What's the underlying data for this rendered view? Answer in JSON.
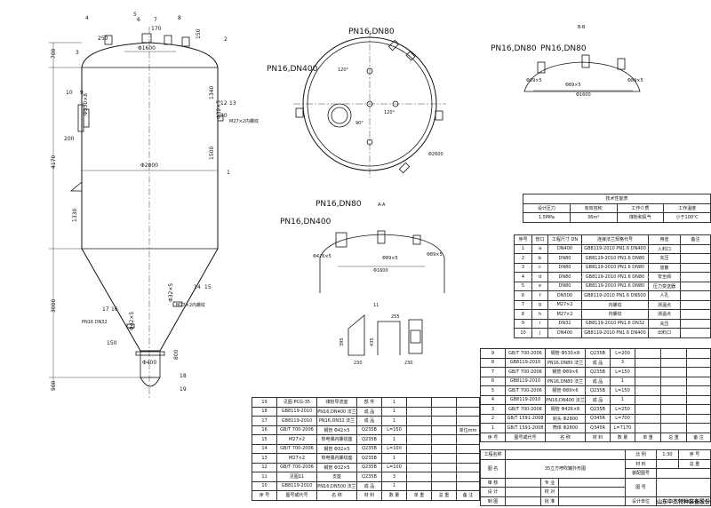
{
  "drawing": {
    "labels": {
      "pn_dn80": "PN16,DN80",
      "pn_dn400": "PN16,DN400",
      "pn_dn32": "PN16 DN32",
      "section_aa": "A-A",
      "section_bb": "B-B",
      "d1600": "Φ1600",
      "d2800": "Φ2800",
      "d530": "Φ530×8",
      "d32": "Φ32×5",
      "d42": "Φ42×5",
      "d89": "Φ89×5",
      "d426": "Φ426×5",
      "d400": "Φ400",
      "d2600": "Φ2600",
      "m27": "M27×2内螺纹",
      "h700": "700",
      "h4170": "4170",
      "h3000": "3000",
      "h500": "500",
      "h1340": "1340",
      "h1500": "1500",
      "h1330": "1330",
      "h250": "250",
      "h170": "170",
      "h150": "150",
      "h200": "200",
      "h100": "100",
      "h800": "800",
      "h30": "30",
      "h395": "395",
      "h435": "435",
      "h230": "230",
      "h255": "255",
      "h11": "11",
      "a120": "120°",
      "a90": "90°"
    },
    "callouts": [
      "1",
      "2",
      "3",
      "4",
      "5",
      "6",
      "7",
      "8",
      "9",
      "10",
      "12",
      "13",
      "14",
      "15",
      "16",
      "17",
      "18",
      "19"
    ]
  },
  "tech_table": {
    "title": "技术性能表",
    "headers": [
      "设计压力",
      "有效容积",
      "工作介质",
      "工作温度"
    ],
    "values": [
      "1.5MPa",
      "36m³",
      "煤粉和氮气",
      "小于100℃"
    ]
  },
  "nozzle_table": {
    "headers": [
      "序号",
      "管口",
      "工程尺寸 DN",
      "连接法兰规格代号",
      "用途",
      "备注"
    ],
    "rows": [
      [
        "1",
        "a",
        "DN400",
        "GB8119-2010 PN1.6 DN400",
        "入料口",
        ""
      ],
      [
        "2",
        "b",
        "DN80",
        "GB8119-2010 PN1.6 DN80",
        "充压",
        ""
      ],
      [
        "3",
        "c",
        "DN80",
        "GB8119-2010 PN1.6 DN80",
        "放散",
        ""
      ],
      [
        "4",
        "d",
        "DN80",
        "GB8119-2010 PN1.6 DN80",
        "安全阀",
        ""
      ],
      [
        "5",
        "e",
        "DN80",
        "GB8119-2010 PN1.6 DN80",
        "压力变送器",
        ""
      ],
      [
        "6",
        "f",
        "DN500",
        "GB8119-2010 PN1.6 DN500",
        "人孔",
        ""
      ],
      [
        "7",
        "g",
        "M27×2",
        "内螺纹",
        "测温点",
        ""
      ],
      [
        "8",
        "h",
        "M27×2",
        "内螺纹",
        "测温点",
        ""
      ],
      [
        "9",
        "i",
        "DN32",
        "GB8119-2010 PN1.6 DN32",
        "充压",
        ""
      ],
      [
        "10",
        "j",
        "DN400",
        "GB8119-2010 PN1.6 DN400",
        "出料口",
        ""
      ]
    ]
  },
  "parts_right": {
    "rows": [
      [
        "9",
        "GB/T 700-2006",
        "钢管 Φ530×8",
        "Q235B",
        "L=200",
        "",
        "",
        ""
      ],
      [
        "8",
        "GB8119-2010",
        "PN16,DN80 法兰",
        "成 品",
        "3",
        "",
        "",
        ""
      ],
      [
        "7",
        "GB/T 700-2006",
        "钢管 Φ89×6",
        "Q235B",
        "L=150",
        "",
        "",
        ""
      ],
      [
        "6",
        "GB8119-2010",
        "PN16,DN80 法兰",
        "成 品",
        "1",
        "",
        "",
        ""
      ],
      [
        "5",
        "GB/T 700-2006",
        "钢管 Φ89×6",
        "Q235B",
        "L=150",
        "",
        "",
        ""
      ],
      [
        "4",
        "GB8119-2010",
        "PN16,DN400 法兰",
        "成 品",
        "1",
        "",
        "",
        ""
      ],
      [
        "3",
        "GB/T 700-2006",
        "钢管 Φ426×8",
        "Q235B",
        "L=250",
        "",
        "",
        ""
      ],
      [
        "2",
        "GB/T 1591-2008",
        "封头 Φ2800",
        "Q345R",
        "L=700",
        "",
        "",
        ""
      ],
      [
        "1",
        "GB/T 1591-2008",
        "筒体 Φ2800",
        "Q345R",
        "L=7170",
        "",
        "",
        ""
      ]
    ],
    "headers": [
      "序 号",
      "图号或代号",
      "名 称",
      "材 料",
      "数 量",
      "单 重",
      "总 重",
      "备 注"
    ]
  },
  "parts_left": {
    "rows": [
      [
        "19",
        "见图 PCG-35",
        "煤粉导流室",
        "部 件",
        "1",
        "",
        "",
        ""
      ],
      [
        "18",
        "GB8119-2010",
        "PN16,DN400 法兰",
        "成 品",
        "1",
        "",
        "",
        ""
      ],
      [
        "17",
        "GB8119-2010",
        "PN16,DN32 法兰",
        "成 品",
        "1",
        "",
        "",
        ""
      ],
      [
        "16",
        "GB/T 700-2006",
        "钢管 Φ42×5",
        "Q235B",
        "L=150",
        "",
        "",
        "单位mm"
      ],
      [
        "15",
        "M27×2",
        "热电偶内螺纹座",
        "Q235B",
        "1",
        "",
        "",
        ""
      ],
      [
        "14",
        "GB/T 700-2006",
        "钢管 Φ32×5",
        "Q235B",
        "L=100",
        "",
        "",
        ""
      ],
      [
        "13",
        "M27×2",
        "热电偶内螺纹座",
        "Q235B",
        "1",
        "",
        "",
        ""
      ],
      [
        "12",
        "GB/T 700-2006",
        "钢管 Φ32×5",
        "Q235B",
        "L=100",
        "",
        "",
        ""
      ],
      [
        "11",
        "见图11",
        "支座",
        "Q235B",
        "3",
        "",
        "",
        ""
      ],
      [
        "10",
        "GB8119-2010",
        "PN16,DN500 法兰",
        "成 品",
        "1",
        "",
        "",
        ""
      ]
    ],
    "headers": [
      "序 号",
      "图号或代号",
      "名 称",
      "材 料",
      "数 量",
      "单 重",
      "总 重",
      "备 注"
    ]
  },
  "title_block": {
    "project_label": "工程名称",
    "drawing_name_label": "图 名",
    "drawing_name": "35立方喷吹罐外形图",
    "review": "审 核",
    "design": "设 计",
    "draw": "制 图",
    "specialty": "专 业",
    "check": "校 对",
    "approve": "批 准",
    "scale_label": "比 例",
    "scale": "1:30",
    "seq_label": "序 号",
    "material_label": "材 料",
    "total_weight_label": "总 重",
    "assembly_label": "装配图号",
    "drawing_no_label": "图 号",
    "company_label": "设计单位",
    "company": "山东中杰特种装备股份有限公司"
  }
}
